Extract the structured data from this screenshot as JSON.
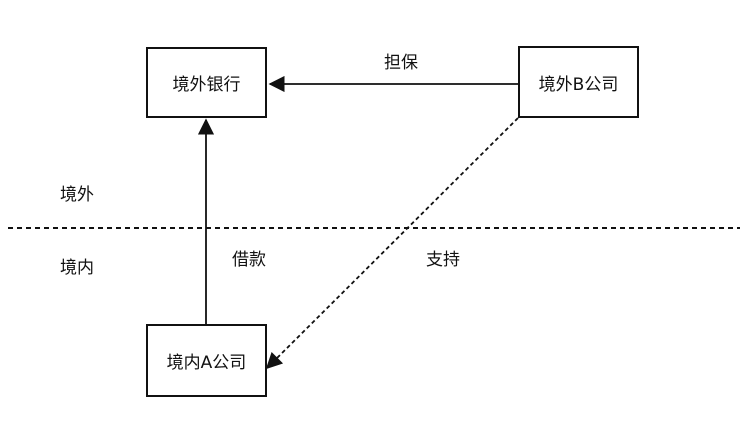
{
  "nodes": {
    "overseas_bank": "境外银行",
    "overseas_company_b": "境外B公司",
    "domestic_company_a": "境内A公司"
  },
  "edges": {
    "guarantee": "担保",
    "loan": "借款",
    "support": "支持"
  },
  "regions": {
    "overseas": "境外",
    "domestic": "境内"
  }
}
